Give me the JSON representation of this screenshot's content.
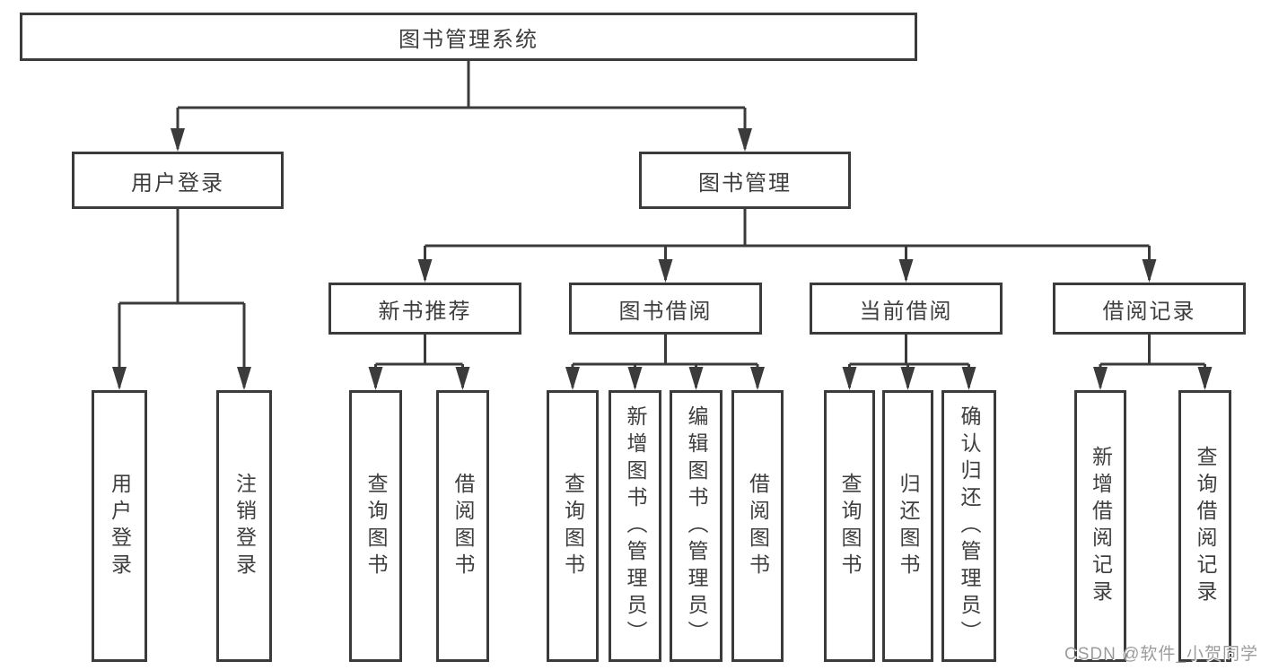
{
  "root": {
    "label": "图书管理系统"
  },
  "branches": {
    "user_login": {
      "label": "用户登录",
      "children": [
        {
          "label": "用户登录"
        },
        {
          "label": "注销登录"
        }
      ]
    },
    "book_management": {
      "label": "图书管理",
      "children": [
        {
          "label": "新书推荐",
          "children": [
            {
              "label": "查询图书"
            },
            {
              "label": "借阅图书"
            }
          ]
        },
        {
          "label": "图书借阅",
          "children": [
            {
              "label": "查询图书"
            },
            {
              "label": "新增图书（管理员）"
            },
            {
              "label": "编辑图书（管理员）"
            },
            {
              "label": "借阅图书"
            }
          ]
        },
        {
          "label": "当前借阅",
          "children": [
            {
              "label": "查询图书"
            },
            {
              "label": "归还图书"
            },
            {
              "label": "确认归还（管理员）"
            }
          ]
        },
        {
          "label": "借阅记录",
          "children": [
            {
              "label": "新增借阅记录"
            },
            {
              "label": "查询借阅记录"
            }
          ]
        }
      ]
    }
  },
  "watermark": "CSDN @软件_小贺同学",
  "colors": {
    "line": "#3b3b3b",
    "text": "#3e3e3e",
    "watermark": "#9c9c9c",
    "background": "#ffffff"
  }
}
